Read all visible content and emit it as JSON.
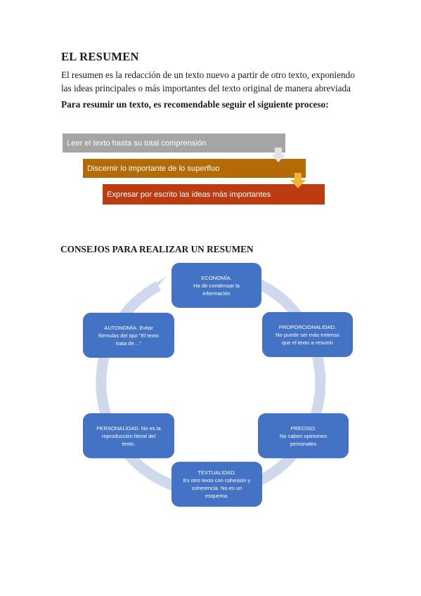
{
  "document": {
    "title": "EL RESUMEN",
    "intro_lines": [
      "El resumen es la redacción de un texto nuevo a partir de otro texto, exponiendo",
      "las ideas principales o más importantes del texto original de manera abreviada"
    ],
    "process_heading": "Para resumir un texto, es recomendable seguir el siguiente proceso:",
    "process_steps": [
      "Leer el texto hasta su total comprensión",
      "Discernir lo importante de lo superfluo",
      "Expresar por escrito las ideas más importantes"
    ],
    "tips_heading": "CONSEJOS PARA REALIZAR UN RESUMEN",
    "tips": [
      {
        "lines": [
          "ECONOMÍA.",
          "Ha de condensar la",
          "información"
        ]
      },
      {
        "lines": [
          "PROPORCIONALIDAD.",
          "No puede ser más extenso",
          "que el texto a resumir"
        ]
      },
      {
        "lines": [
          "PRECISO:",
          "No caben opiniones",
          "personales"
        ]
      },
      {
        "lines": [
          "TEXTUALIDAD.",
          "Es otro texto con cohesión y",
          "coherencia. No es un",
          "esquema."
        ]
      },
      {
        "lines": [
          "PERSONALIDAD. No es la",
          "reproducción literal del",
          "texto."
        ]
      },
      {
        "lines": [
          "AUTONOMÍA. Evitar",
          "fórmulas del tipo \"El texto",
          "trata de…\""
        ]
      }
    ]
  },
  "colors": {
    "step_1": "#a5a5a5",
    "step_2": "#b46a07",
    "step_3": "#bd3b11",
    "cycle_box": "#4472c4",
    "cycle_ring": "#d0d9ec"
  }
}
